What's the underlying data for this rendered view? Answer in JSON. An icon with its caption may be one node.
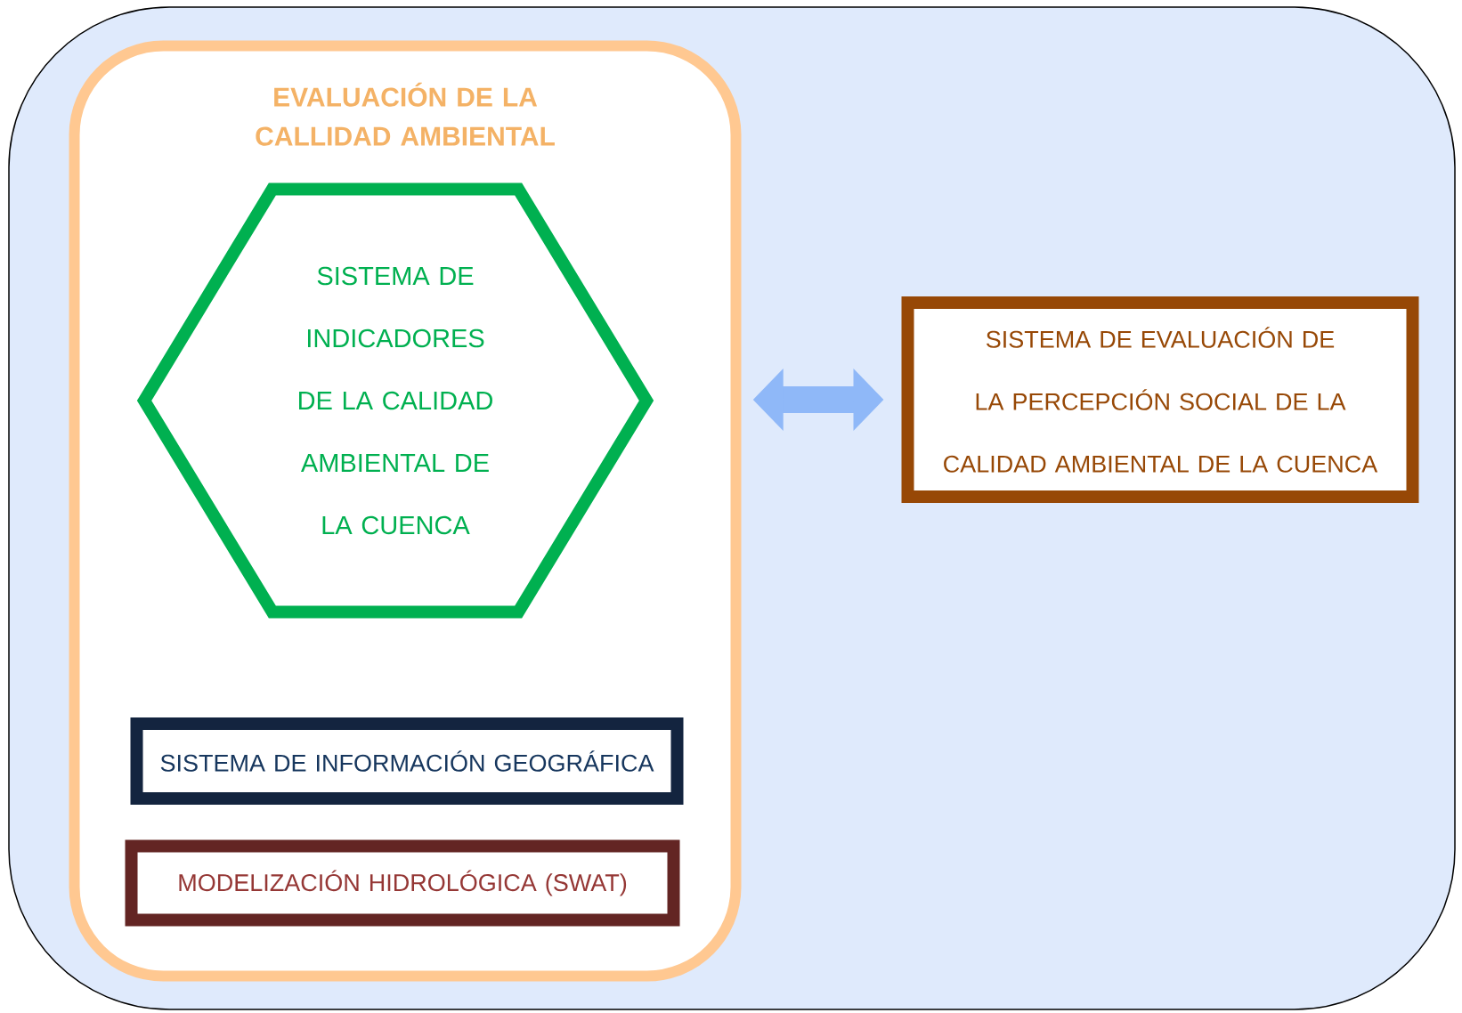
{
  "diagram": {
    "nodes": [
      {
        "text": [
          "EVALUACIÓN DE LA CALLIDAD AMBIENTAL"
        ]
      },
      {
        "text": [
          "SISTEMA DE INDICADORES DE LA CALIDAD AMBIENTAL DE LA CUENCA"
        ],
        "in": 0
      },
      {
        "text": [
          "SISTEMA DE INFORMACIÓN GEOGRÁFICA"
        ],
        "in": 0
      },
      {
        "text": [
          "MODELIZACIÓN HIDROLÓGICA (SWAT)"
        ],
        "in": 0
      },
      {
        "text": [
          "SISTEMA DE EVALUACIÓN DE LA PERCEPCIÓN SOCIAL DE LA CALIDAD AMBIENTAL DE LA CUENCA"
        ]
      }
    ],
    "edges": [
      {
        "from": 0,
        "to": 4,
        "arrow": "both"
      }
    ]
  }
}
